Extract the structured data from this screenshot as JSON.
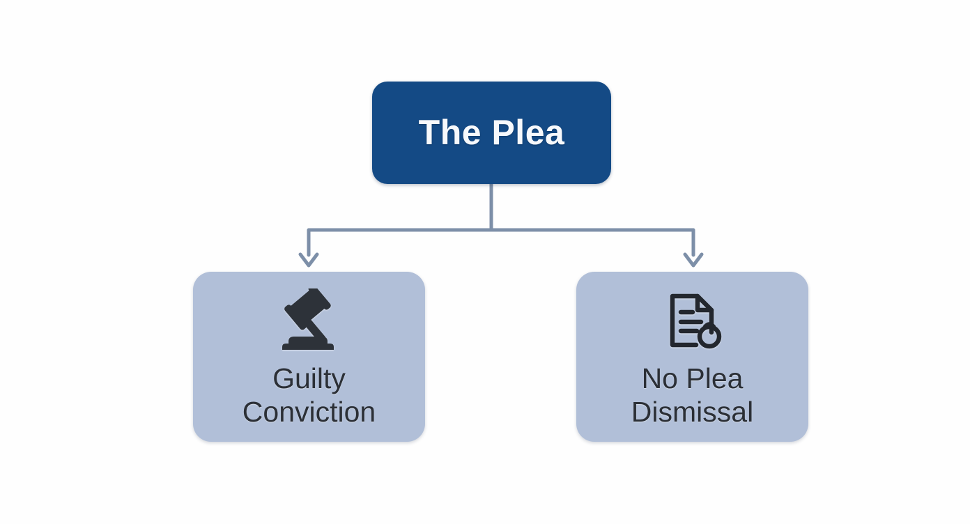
{
  "diagram": {
    "type": "flowchart",
    "orientation": "top-down",
    "background_color": "#fefefe",
    "root": {
      "id": "the-plea",
      "title": "The Plea",
      "fill_color": "#144a85",
      "text_color": "#f7f9fc"
    },
    "branches": [
      {
        "id": "guilty-conviction",
        "icon": "gavel-icon",
        "label_lines": [
          "Guilty",
          "Conviction"
        ],
        "fill_color": "#b1bfd8",
        "text_color": "#2b2f36",
        "icon_color": "#2d3239"
      },
      {
        "id": "no-plea-dismissal",
        "icon": "document-search-icon",
        "label_lines": [
          "No Plea",
          "Dismissal"
        ],
        "fill_color": "#b1bfd8",
        "text_color": "#2b2f36",
        "icon_color": "#23272e"
      }
    ],
    "connector": {
      "color": "#7d8fa8",
      "line_width": 5,
      "arrowhead": "chevron-down"
    }
  }
}
